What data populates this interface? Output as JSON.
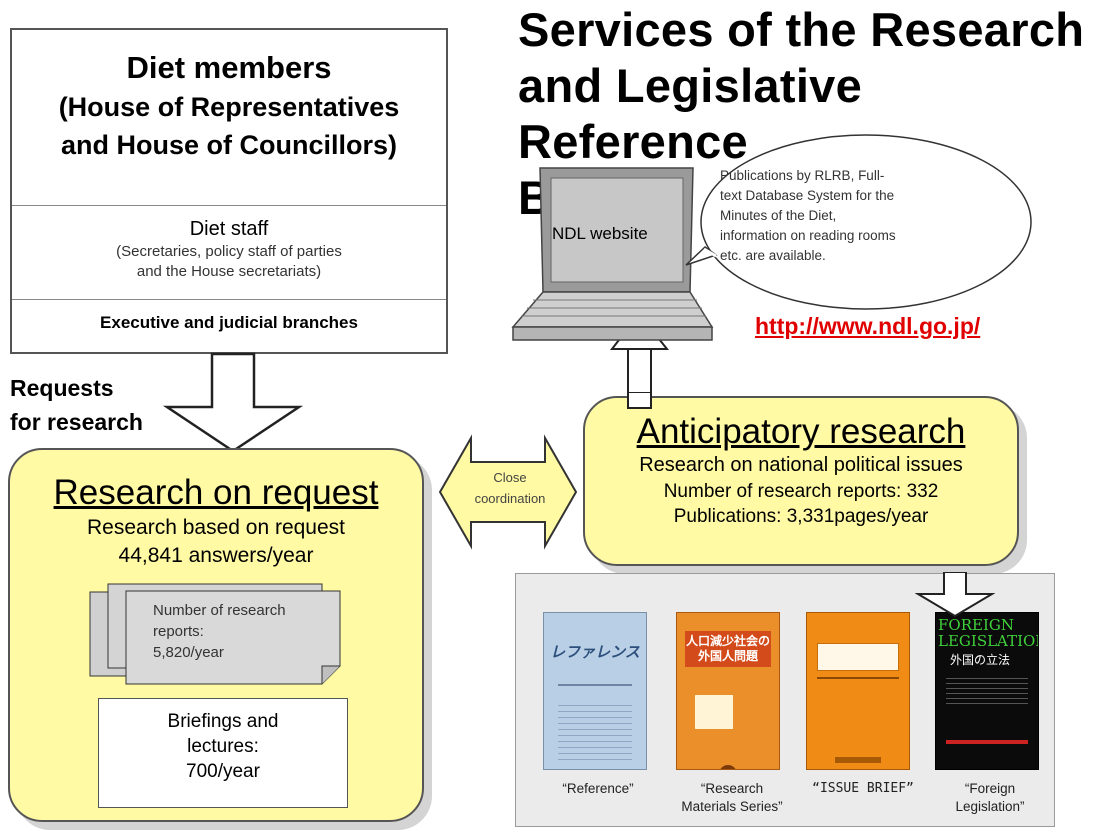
{
  "title": {
    "line1": "Services of the Research",
    "line2": "and Legislative Reference",
    "line3": "Bureau"
  },
  "diet_members": {
    "heading": "Diet members",
    "sub_line1": "(House of Representatives",
    "sub_line2": "and House of Councillors)",
    "staff_title": "Diet staff",
    "staff_detail_line1": "(Secretaries, policy staff of parties",
    "staff_detail_line2": "and the House secretariats)",
    "executive": "Executive and judicial branches"
  },
  "requests": {
    "line1": "Requests",
    "line2": "for research"
  },
  "research_on_request": {
    "title": "Research on request",
    "line1": "Research based on request",
    "line2": "44,841 answers/year",
    "reports_line1": "Number of research",
    "reports_line2": "reports:",
    "reports_line3": "5,820/year",
    "briefings_line1": "Briefings and",
    "briefings_line2": "lectures:",
    "briefings_line3": "700/year"
  },
  "coordination": {
    "line1": "Close",
    "line2": "coordination"
  },
  "anticipatory": {
    "title": "Anticipatory research",
    "line1": "Research on national political issues",
    "line2": "Number of research reports: 332",
    "line3": "Publications: 3,331pages/year"
  },
  "website": {
    "label": "NDL website",
    "bubble_line1": "Publications by RLRB, Full-",
    "bubble_line2": "text Database System for the",
    "bubble_line3": "Minutes of the Diet,",
    "bubble_line4": "information on reading rooms",
    "bubble_line5": "etc. are available.",
    "url": "http://www.ndl.go.jp/"
  },
  "publications": [
    {
      "caption_line1": "“Reference”",
      "caption_line2": "",
      "cover_title": "レファレンス",
      "cover_color": "#b9cfe6"
    },
    {
      "caption_line1": "“Research",
      "caption_line2": "Materials Series”",
      "cover_title": "人口減少社会の外国人問題",
      "cover_color": "#eb8f2b"
    },
    {
      "caption_line1": "“ISSUE BRIEF”",
      "caption_line2": "",
      "cover_title": "",
      "cover_color": "#f08c16"
    },
    {
      "caption_line1": "“Foreign",
      "caption_line2": "Legislation”",
      "cover_title": "FOREIGN LEGISLATION",
      "cover_subtitle": "外国の立法",
      "cover_color": "#0b0b0b"
    }
  ],
  "colors": {
    "highlight": "#fffaa3",
    "url": "#e00000",
    "border": "#555555"
  }
}
